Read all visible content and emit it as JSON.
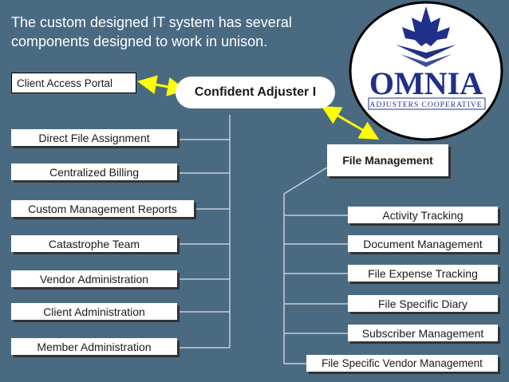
{
  "intro": {
    "line1": "The custom designed IT system has several",
    "line2": "components designed to work in unison."
  },
  "client_access": "Client Access Portal",
  "center_node": "Confident Adjuster I",
  "file_management": "File Management",
  "left_items": [
    "Direct File Assignment",
    "Centralized Billing",
    "Custom Management Reports",
    "Catastrophe Team",
    "Vendor Administration",
    "Client Administration",
    "Member Administration"
  ],
  "right_items": [
    "Activity Tracking",
    "Document Management",
    "File Expense Tracking",
    "File Specific Diary",
    "Subscriber Management",
    "File Specific Vendor Management"
  ],
  "logo": {
    "name": "OMNIA",
    "tagline": "ADJUSTERS COOPERATIVE",
    "leaf_icon": "maple-leaf-icon",
    "colors": {
      "leaf": "#1f2f8a",
      "text": "#1f2f8a",
      "ring": "#000000"
    }
  },
  "colors": {
    "background": "#4a6a82",
    "connector": "#c8d0d8",
    "arrow": "#ffff00",
    "box": "#ffffff"
  }
}
